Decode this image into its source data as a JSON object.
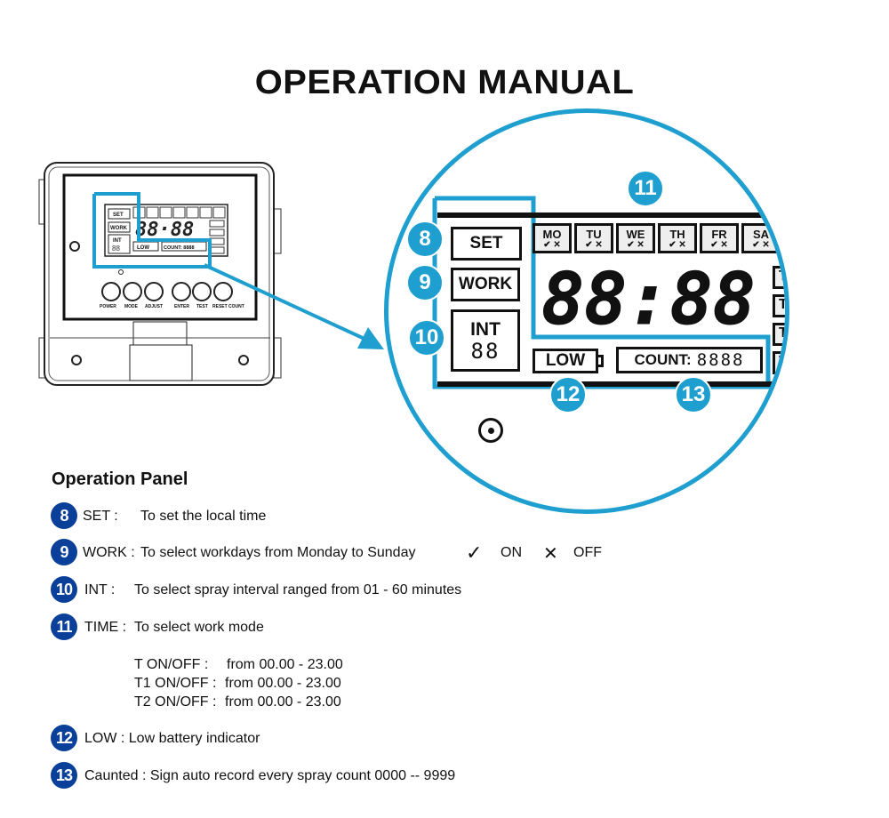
{
  "title": "OPERATION MANUAL",
  "device": {
    "lcd": {
      "set": "SET",
      "work": "WORK",
      "int": "INT",
      "int_digits": "88",
      "time": "88·88",
      "low": "LOW",
      "count": "COUNT: 8888"
    },
    "buttons": [
      "POWER",
      "MODE",
      "ADJUST",
      "ENTER",
      "TEST",
      "RESET COUNT"
    ]
  },
  "zoom": {
    "set": "SET",
    "work": "WORK",
    "int": "INT",
    "int_digits": "88",
    "days": [
      {
        "label": "MO",
        "marks": "✔ ✕"
      },
      {
        "label": "TU",
        "marks": "✔ ✕"
      },
      {
        "label": "WE",
        "marks": "✔ ✕"
      },
      {
        "label": "TH",
        "marks": "✔ ✕"
      },
      {
        "label": "FR",
        "marks": "✔ ✕"
      },
      {
        "label": "SA",
        "marks": "✔ ✕"
      }
    ],
    "time": "88:88",
    "t_labels": [
      "T",
      "T",
      "T",
      "T"
    ],
    "low": "LOW",
    "count_label": "COUNT:",
    "count_digits": "8888",
    "badges": [
      "8",
      "9",
      "10",
      "11",
      "12",
      "13"
    ],
    "accent_color": "#1f9fcf"
  },
  "panel": {
    "heading": "Operation Panel",
    "items": [
      {
        "num": "8",
        "label": "SET :",
        "desc": "To set the local time"
      },
      {
        "num": "9",
        "label": "WORK :",
        "desc": "To select workdays from Monday to Sunday"
      },
      {
        "num": "10",
        "label": "INT :",
        "desc": "To select spray interval ranged from 01 - 60 minutes"
      },
      {
        "num": "11",
        "label": "TIME :",
        "desc": "To select work mode"
      },
      {
        "num": "12",
        "label": "LOW : Low battery indicator"
      },
      {
        "num": "13",
        "label": "Caunted : Sign auto record every spray count 0000 -- 9999"
      }
    ],
    "legend": {
      "on_icon": "✓",
      "on": "ON",
      "off_icon": "✕",
      "off": "OFF"
    },
    "modes": [
      {
        "label": "T ON/OFF :",
        "value": "from 00.00 - 23.00"
      },
      {
        "label": "T1 ON/OFF :",
        "value": "from 00.00 - 23.00"
      },
      {
        "label": "T2 ON/OFF :",
        "value": "from 00.00 - 23.00"
      }
    ],
    "badge_color": "#0a3f9a"
  }
}
